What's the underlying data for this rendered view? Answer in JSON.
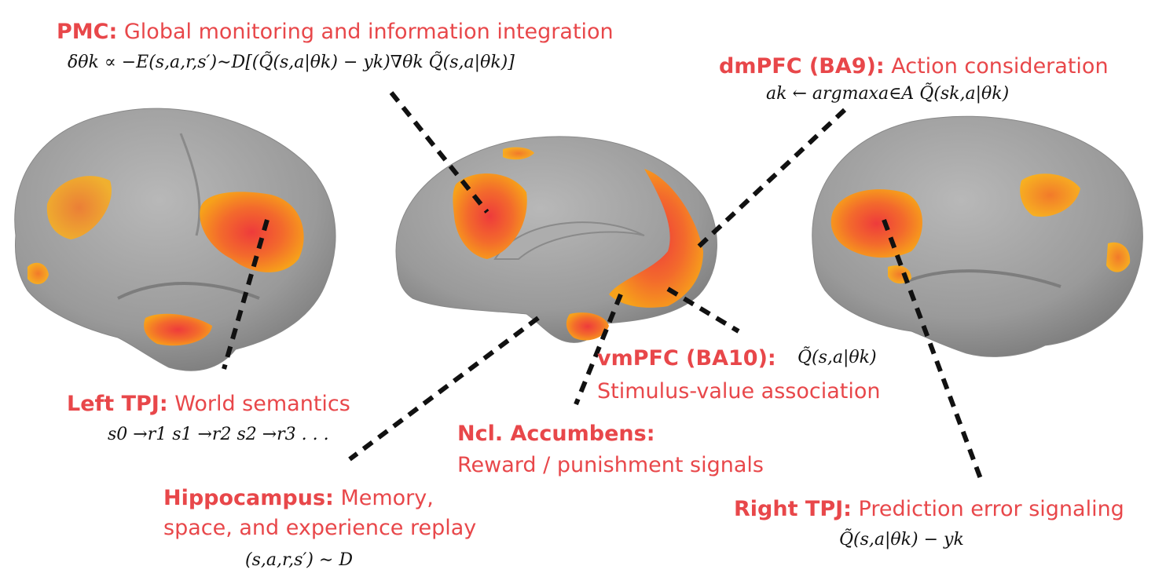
{
  "pmc": {
    "name": "PMC:",
    "desc": "Global monitoring and information integration",
    "eq": "δθk ∝ −E(s,a,r,s′)∼D[(Q̃(s,a|θk) − yk)∇θk Q̃(s,a|θk)]"
  },
  "dmpfc": {
    "name": "dmPFC (BA9):",
    "desc": "Action consideration",
    "eq": "ak ← argmaxa∈A Q̃(sk,a|θk)"
  },
  "left_tpj": {
    "name": "Left TPJ:",
    "desc": "World semantics",
    "eq": "s0 →r1 s1 →r2 s2 →r3 . . ."
  },
  "vmpfc": {
    "name": "vmPFC (BA10):",
    "eq": "Q̃(s,a|θk)",
    "desc": "Stimulus-value association"
  },
  "ncl": {
    "name": "Ncl. Accumbens:",
    "desc": "Reward / punishment signals"
  },
  "hippocampus": {
    "name": "Hippocampus:",
    "desc1": "Memory,",
    "desc2": "space, and experience replay",
    "eq": "(s,a,r,s′) ∼ D"
  },
  "right_tpj": {
    "name": "Right TPJ:",
    "desc": "Prediction error signaling",
    "eq": "Q̃(s,a|θk) − yk"
  },
  "colors": {
    "label_red": "#e8474a",
    "cortex_gray": "#9a9a9a",
    "activation_orange": "#f7a11a",
    "activation_red": "#ee3b3b"
  }
}
